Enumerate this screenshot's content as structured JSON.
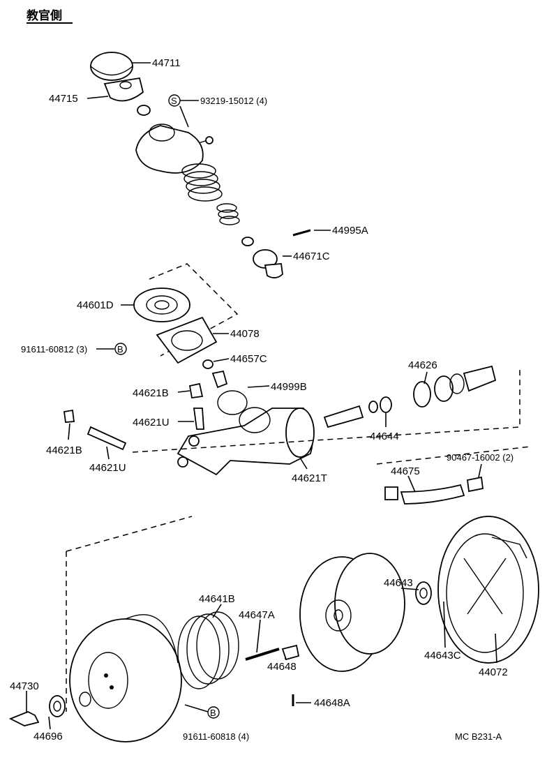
{
  "title": "教官側",
  "footer_code": "MC  B231-A",
  "parts": [
    {
      "key": "p44711",
      "label": "44711"
    },
    {
      "key": "p44715",
      "label": "44715"
    },
    {
      "key": "p93219",
      "label": "93219-15012 (4)",
      "symbol": "S"
    },
    {
      "key": "p44995A",
      "label": "44995A"
    },
    {
      "key": "p44671C",
      "label": "44671C"
    },
    {
      "key": "p44601D",
      "label": "44601D"
    },
    {
      "key": "p44078",
      "label": "44078"
    },
    {
      "key": "p91611a",
      "label": "91611-60812 (3)",
      "symbol": "B"
    },
    {
      "key": "p44657C",
      "label": "44657C"
    },
    {
      "key": "p44626",
      "label": "44626"
    },
    {
      "key": "p44621Bt",
      "label": "44621B"
    },
    {
      "key": "p44999B",
      "label": "44999B"
    },
    {
      "key": "p44621Ut",
      "label": "44621U"
    },
    {
      "key": "p44644",
      "label": "44644"
    },
    {
      "key": "p44621B",
      "label": "44621B"
    },
    {
      "key": "p44621U",
      "label": "44621U"
    },
    {
      "key": "p44621T",
      "label": "44621T"
    },
    {
      "key": "p44675",
      "label": "44675"
    },
    {
      "key": "p90467",
      "label": "90467-16002 (2)"
    },
    {
      "key": "p44643",
      "label": "44643"
    },
    {
      "key": "p44641B",
      "label": "44641B"
    },
    {
      "key": "p44647A",
      "label": "44647A"
    },
    {
      "key": "p44648",
      "label": "44648"
    },
    {
      "key": "p44643C",
      "label": "44643C"
    },
    {
      "key": "p44072",
      "label": "44072"
    },
    {
      "key": "p44730",
      "label": "44730"
    },
    {
      "key": "p44648A",
      "label": "44648A"
    },
    {
      "key": "p44696",
      "label": "44696"
    },
    {
      "key": "p91611b",
      "label": "91611-60818 (4)",
      "symbol": "B"
    }
  ]
}
